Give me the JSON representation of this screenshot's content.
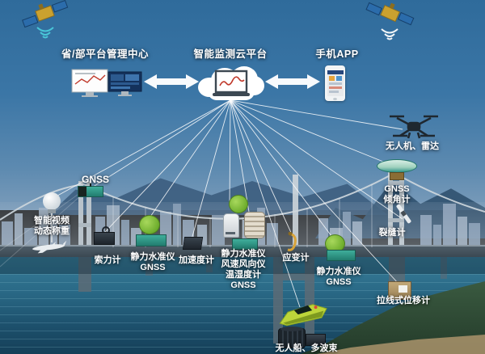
{
  "header": {
    "management_center": "省/部平台管理中心",
    "cloud_platform": "智能监测云平台",
    "mobile_app": "手机APP"
  },
  "labels": {
    "gnss_left": "GNSS",
    "video_weighing": "智能视频\n动态称重",
    "cable_force": "索力计",
    "leveling_gnss_left": "静力水准仪\nGNSS",
    "accelerometer": "加速度计",
    "mid_cluster": "静力水准仪\n风速风向仪\n温湿度计\nGNSS",
    "strain_gauge": "应变计",
    "leveling_gnss_right": "静力水准仪\nGNSS",
    "drone_radar": "无人机、雷达",
    "gnss_tilt": "GNSS\n倾角计",
    "crack_meter": "裂缝计",
    "displacement": "拉线式位移计",
    "usv_multibeam": "无人船、多波束"
  },
  "icons": {
    "satellite_left": "satellite-icon",
    "satellite_right": "satellite-icon",
    "monitors": "dual-monitor-icon",
    "cloud": "cloud-laptop-icon",
    "phone": "smartphone-icon",
    "drone": "drone-icon",
    "dome_camera": "dome-camera-icon",
    "boat": "unmanned-boat-icon",
    "multibeam": "multibeam-sonar-icon",
    "arrows": "double-arrow-icon"
  },
  "colors": {
    "sky": "#3b76a6",
    "sea_top": "#3a7e99",
    "sea_deep": "#153f58",
    "accent_green": "#8dc63f",
    "device_teal": "#2f9488",
    "device_dark": "#232b33",
    "boat_green": "#bcd53a",
    "city_haze": "#9db0c4",
    "island_green": "#2c4733",
    "beach_tan": "#b3996f",
    "line_white": "#ffffff",
    "label_text": "#ffffff",
    "monitor_navy": "#14325c",
    "chart_red": "#c0392b"
  }
}
